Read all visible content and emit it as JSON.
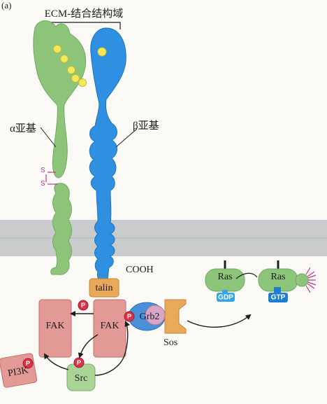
{
  "figure": {
    "panel_label": "(a)",
    "ecm_domain_label": "ECM-结合结构域",
    "alpha_subunit_label": "α亚基",
    "beta_subunit_label": "β亚基",
    "disulfide_s": "S",
    "cooh_label": "COOH",
    "talin_label": "talin",
    "fak_left_label": "FAK",
    "fak_right_label": "FAK",
    "grb2_label": "Grb2",
    "sos_label": "Sos",
    "src_label": "Src",
    "pi3k_label": "PI3K",
    "phosphate_label": "P",
    "ras_gdp_label": "Ras",
    "ras_gtp_label": "Ras",
    "gdp_label": "GDP",
    "gtp_label": "GTP"
  },
  "colors": {
    "alpha_green": "#8cc47a",
    "beta_blue": "#2f8fe0",
    "membrane_gray": "#c9cbcc",
    "fak_pink": "#e39a96",
    "talin_orange": "#e8a95a",
    "phosphate_red": "#d9344a",
    "ras_green": "#8cc47a",
    "nucleotide_blue": "#35a5e6",
    "ligand_yellow": "#f3ea5a",
    "disulfide_magenta": "#c2338f"
  },
  "icons": {
    "arrow": "curved-arrow",
    "phosphate": "circle-p",
    "activation": "starburst"
  }
}
